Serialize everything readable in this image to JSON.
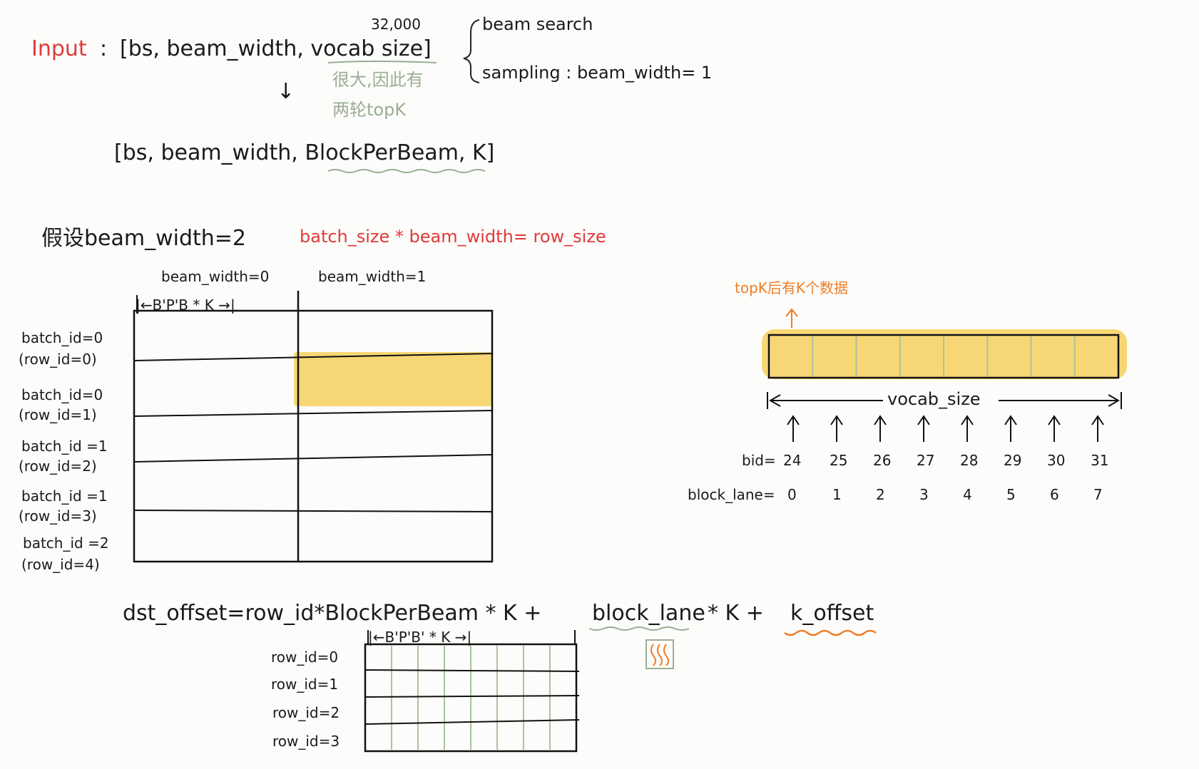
{
  "header": {
    "input_word": "Input",
    "colon": ":",
    "input_shape": "[bs, beam_width, vocab size]",
    "vocab_number": "32,000",
    "vocab_note_line1": "很大,因此有",
    "vocab_note_line2": "两轮topK",
    "arrow_down": "↓",
    "brace_opt1": "beam search",
    "brace_opt2": "sampling : beam_width= 1",
    "output_shape": "[bs, beam_width, BlockPerBeam, K]"
  },
  "assume": {
    "label": "假设beam_width=2",
    "formula": "batch_size * beam_width= row_size"
  },
  "grid1": {
    "col_headers": [
      "beam_width=0",
      "beam_width=1"
    ],
    "span_label": "|←B'P'B * K   →|",
    "rows": [
      {
        "batch": "batch_id=0",
        "row": "(row_id=0)"
      },
      {
        "batch": "batch_id=0",
        "row": "(row_id=1)"
      },
      {
        "batch": "batch_id =1",
        "row": "(row_id=2)"
      },
      {
        "batch": "batch_id =1",
        "row": "(row_id=3)"
      },
      {
        "batch": "batch_id =2",
        "row": "(row_id=4)"
      }
    ],
    "highlight_color": "#f7d775"
  },
  "vocab_strip": {
    "note": "topK后有K个数据",
    "up_arrow": "↑",
    "span_label": "vocab_size",
    "bid_label": "bid=",
    "bid_values": [
      "24",
      "25",
      "26",
      "27",
      "28",
      "29",
      "30",
      "31"
    ],
    "lane_label": "block_lane=",
    "lane_values": [
      "0",
      "1",
      "2",
      "3",
      "4",
      "5",
      "6",
      "7"
    ],
    "fill_color": "#f7d775",
    "divider_color": "#a9c29e"
  },
  "bottom": {
    "formula_part1": "dst_offset=row_id*BlockPerBeam * K + ",
    "formula_part2": "block_lane",
    "formula_part3": " * K + ",
    "formula_part4": "k_offset",
    "span_label": "|←B'P'B' * K   →|",
    "row_labels": [
      "row_id=0",
      "row_id=1",
      "row_id=2",
      "row_id=3"
    ],
    "icon_name": "heat-icon"
  }
}
